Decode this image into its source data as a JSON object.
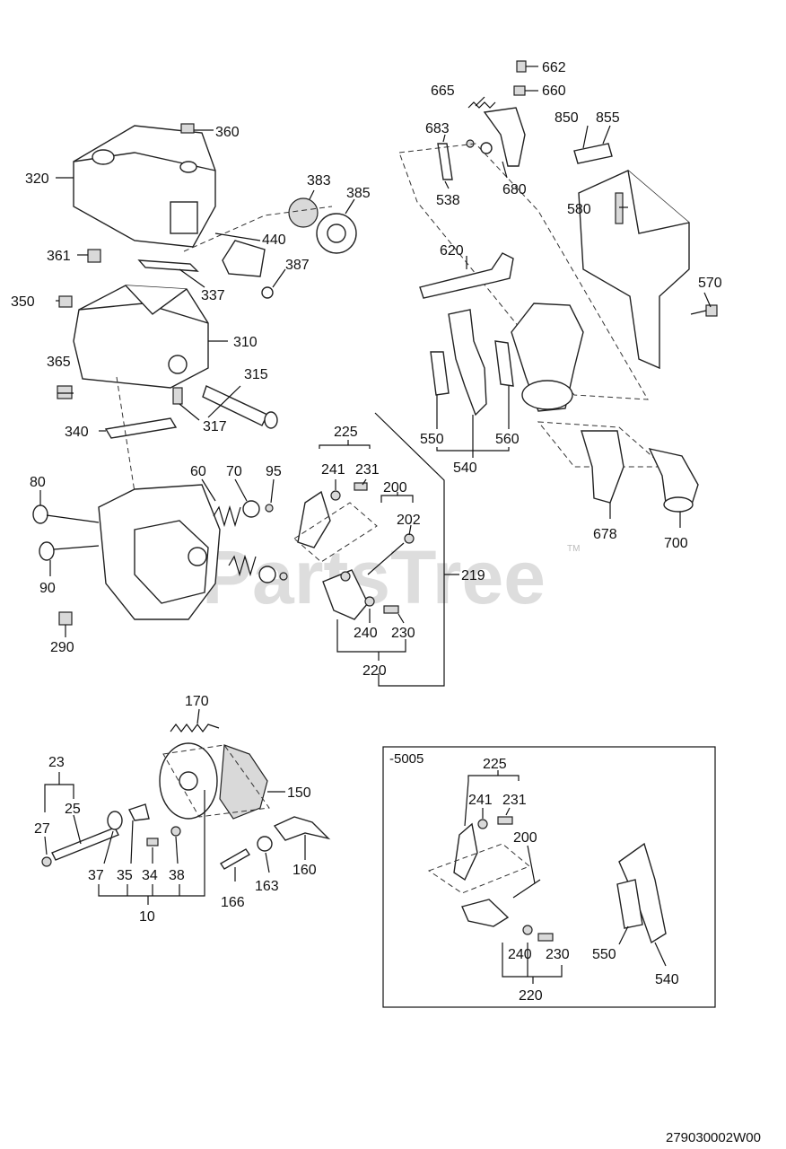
{
  "watermark": {
    "text": "PartsTree",
    "tm": "TM"
  },
  "diagram_code": "279030002W00",
  "inset": {
    "title": "-5005"
  },
  "labels": {
    "p360": "360",
    "p320": "320",
    "p361": "361",
    "p383": "383",
    "p385": "385",
    "p440": "440",
    "p387": "387",
    "p337": "337",
    "p350": "350",
    "p310": "310",
    "p365": "365",
    "p315": "315",
    "p317": "317",
    "p340": "340",
    "p662": "662",
    "p665": "665",
    "p660": "660",
    "p683": "683",
    "p850": "850",
    "p855": "855",
    "p538": "538",
    "p680": "680",
    "p580": "580",
    "p620": "620",
    "p570": "570",
    "p550": "550",
    "p560": "560",
    "p540": "540",
    "p678": "678",
    "p700": "700",
    "p80": "80",
    "p60": "60",
    "p70": "70",
    "p95": "95",
    "p90": "90",
    "p290": "290",
    "p225": "225",
    "p241": "241",
    "p231": "231",
    "p200": "200",
    "p202": "202",
    "p219": "219",
    "p240": "240",
    "p230": "230",
    "p220": "220",
    "p170": "170",
    "p23": "23",
    "p25": "25",
    "p27": "27",
    "p150": "150",
    "p37": "37",
    "p35": "35",
    "p34": "34",
    "p38": "38",
    "p10": "10",
    "p166": "166",
    "p163": "163",
    "p160": "160",
    "i225": "225",
    "i241": "241",
    "i231": "231",
    "i200": "200",
    "i240": "240",
    "i230": "230",
    "i220": "220",
    "i550": "550",
    "i540": "540"
  }
}
